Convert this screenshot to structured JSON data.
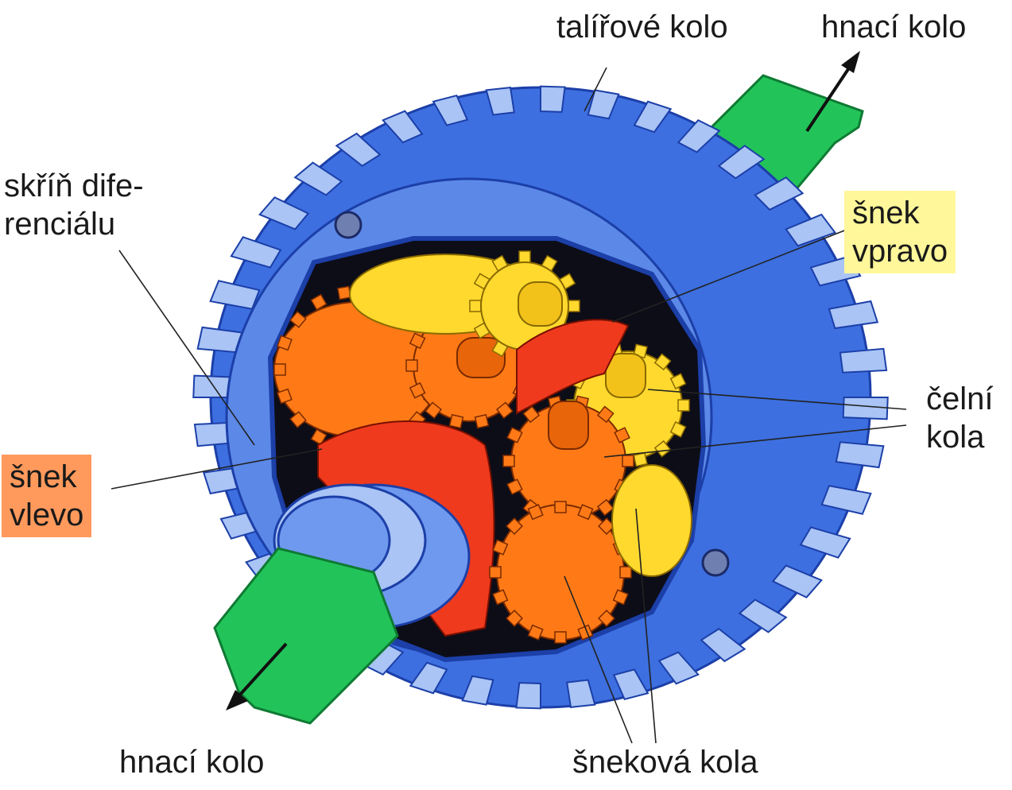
{
  "colors": {
    "ring_gear": "#3d6fe0",
    "ring_gear_dark": "#1c3fa8",
    "ring_gear_light": "#a9c4f5",
    "housing": "#5c89e8",
    "shaft": "#22c45a",
    "shaft_dark": "#0f7a33",
    "worm_left": "#ef3a1e",
    "worm_right": "#ffd92e",
    "worm_gear": "#ff7a16",
    "highlight_yellow": "#fff79a",
    "highlight_orange": "#ff9a5c"
  },
  "labels": {
    "ring_gear": "talířové kolo",
    "drive_wheel_top": "hnací kolo",
    "housing_line1": "skříň dife-",
    "housing_line2": "renciálu",
    "worm_right_line1": "šnek",
    "worm_right_line2": "vpravo",
    "spur_gears_line1": "čelní",
    "spur_gears_line2": "kola",
    "worm_left_line1": "šnek",
    "worm_left_line2": "vlevo",
    "drive_wheel_bottom": "hnací kolo",
    "worm_gears": "šneková kola"
  }
}
